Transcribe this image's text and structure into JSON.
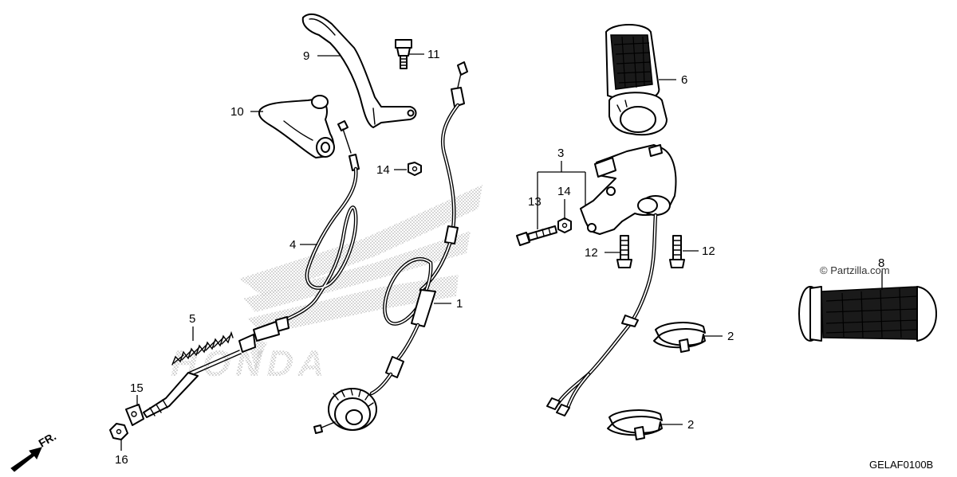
{
  "diagram": {
    "callouts": [
      {
        "id": "c1",
        "label": "1"
      },
      {
        "id": "c2a",
        "label": "2"
      },
      {
        "id": "c2b",
        "label": "2"
      },
      {
        "id": "c3",
        "label": "3"
      },
      {
        "id": "c4",
        "label": "4"
      },
      {
        "id": "c5",
        "label": "5"
      },
      {
        "id": "c6",
        "label": "6"
      },
      {
        "id": "c8",
        "label": "8"
      },
      {
        "id": "c9",
        "label": "9"
      },
      {
        "id": "c10",
        "label": "10"
      },
      {
        "id": "c11",
        "label": "11"
      },
      {
        "id": "c12a",
        "label": "12"
      },
      {
        "id": "c12b",
        "label": "12"
      },
      {
        "id": "c13",
        "label": "13"
      },
      {
        "id": "c14a",
        "label": "14"
      },
      {
        "id": "c14b",
        "label": "14"
      },
      {
        "id": "c15",
        "label": "15"
      },
      {
        "id": "c16",
        "label": "16"
      }
    ],
    "direction_label": "FR.",
    "watermark": "© Partzilla.com",
    "diagram_code": "GELAF0100B",
    "background_logo_text": "HONDA",
    "colors": {
      "ink": "#000000",
      "paper": "#ffffff",
      "logo_dots": "#b8b8b8"
    }
  }
}
